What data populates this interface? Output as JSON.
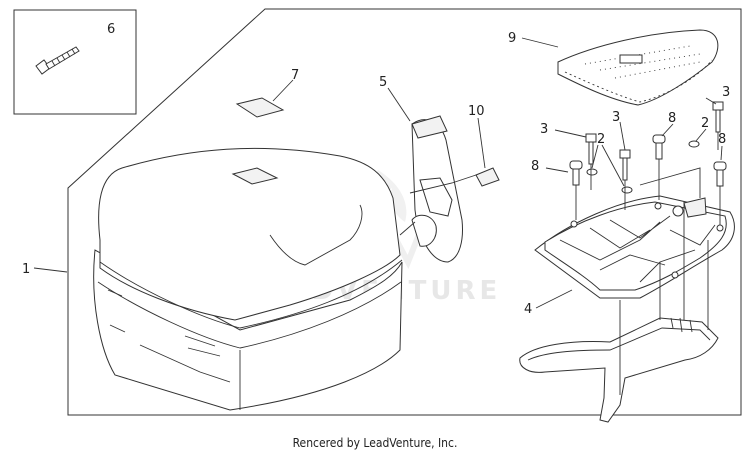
{
  "diagram": {
    "callouts": [
      "1",
      "2",
      "2",
      "3",
      "3",
      "3",
      "4",
      "5",
      "6",
      "7",
      "8",
      "8",
      "8",
      "9",
      "10"
    ],
    "watermark": "LEADVENTURE",
    "credit": "Rencered by LeadVenture, Inc."
  },
  "colors": {
    "line": "#333333",
    "watermark": "#e7e7e7",
    "background": "#ffffff"
  }
}
